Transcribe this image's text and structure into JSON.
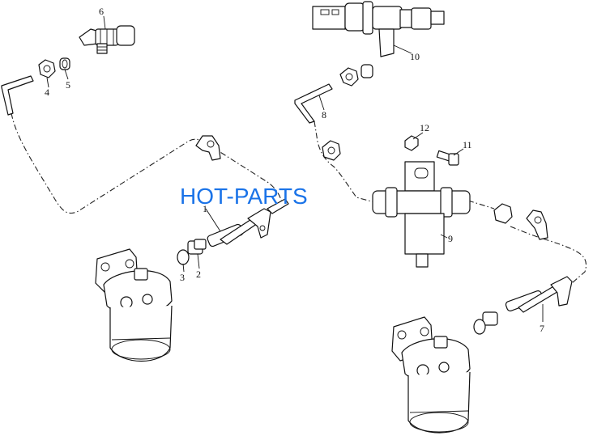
{
  "watermark": {
    "text": "HOT-PARTS",
    "color": "#1a73e8"
  },
  "callouts": [
    {
      "id": "1",
      "label": "1"
    },
    {
      "id": "2",
      "label": "2"
    },
    {
      "id": "3",
      "label": "3"
    },
    {
      "id": "4",
      "label": "4"
    },
    {
      "id": "5",
      "label": "5"
    },
    {
      "id": "6",
      "label": "6"
    },
    {
      "id": "7",
      "label": "7"
    },
    {
      "id": "8",
      "label": "8"
    },
    {
      "id": "9",
      "label": "9"
    },
    {
      "id": "10",
      "label": "10"
    },
    {
      "id": "11",
      "label": "11"
    },
    {
      "id": "12",
      "label": "12"
    }
  ]
}
